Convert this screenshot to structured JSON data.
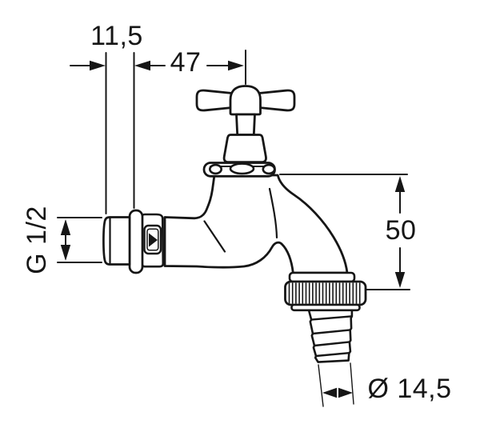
{
  "page": {
    "background_color": "#ffffff",
    "line_color": "#161616"
  },
  "drawing": {
    "kind": "technical-dimension-drawing",
    "dims": {
      "thread_length": {
        "label": "11,5"
      },
      "wall_offset": {
        "label": "47"
      },
      "thread_size": {
        "label": "G 1/2"
      },
      "outlet_height": {
        "label": "50"
      },
      "hose_diameter": {
        "label": "Ø 14,5"
      }
    }
  }
}
